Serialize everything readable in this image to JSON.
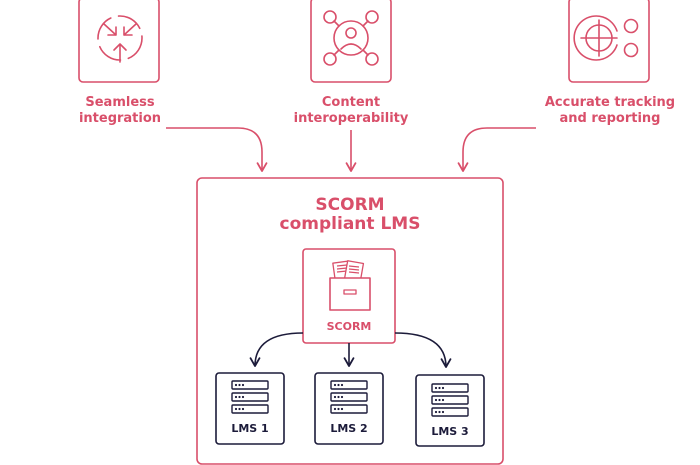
{
  "diagram": {
    "features": [
      {
        "icon": "seamless-integration-icon",
        "label_line1": "Seamless",
        "label_line2": "integration"
      },
      {
        "icon": "content-interoperability-icon",
        "label_line1": "Content",
        "label_line2": "interoperability"
      },
      {
        "icon": "tracking-reporting-icon",
        "label_line1": "Accurate tracking",
        "label_line2": "and reporting"
      }
    ],
    "lms_box": {
      "title_line1": "SCORM",
      "title_line2": "compliant LMS"
    },
    "scorm_package": {
      "icon": "scorm-package-icon",
      "label": "SCORM"
    },
    "lms_servers": [
      {
        "icon": "server-icon",
        "label": "LMS 1"
      },
      {
        "icon": "server-icon",
        "label": "LMS 2"
      },
      {
        "icon": "server-icon",
        "label": "LMS 3"
      }
    ],
    "colors": {
      "accent": "#d94f6a",
      "navy": "#1c1b3a",
      "white": "#ffffff"
    }
  }
}
